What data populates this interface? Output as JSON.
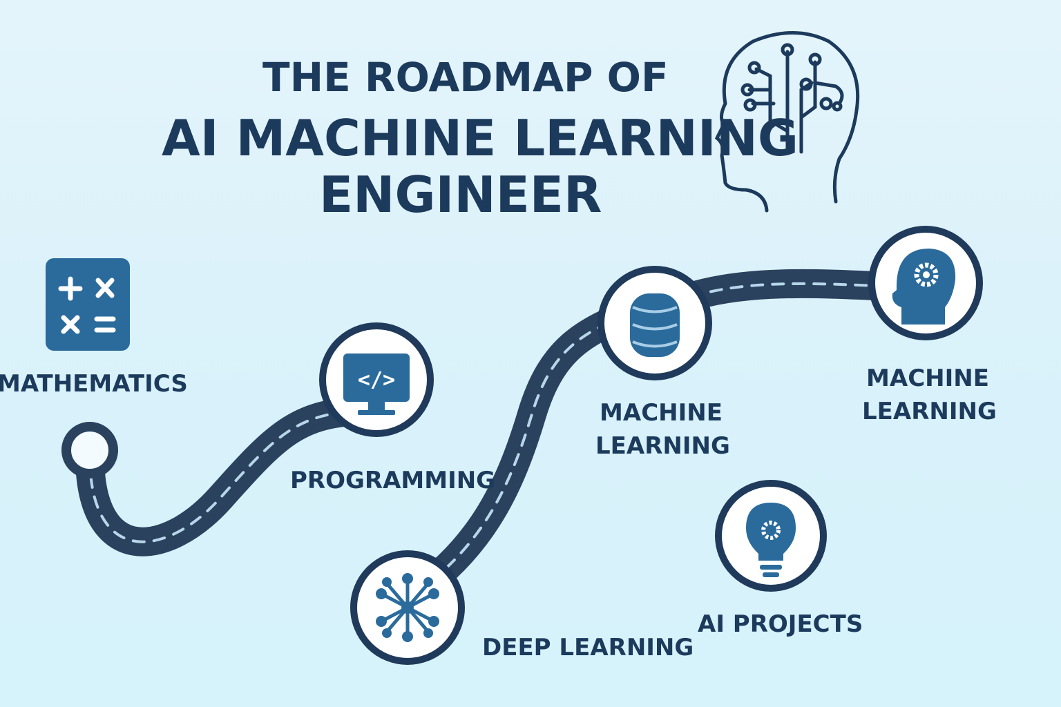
{
  "title": {
    "line1": "THE ROADMAP OF",
    "line2": "AI MACHINE LEARNING",
    "line3": "ENGINEER"
  },
  "steps": [
    {
      "label": "MATHEMATICS",
      "icon": "calculator-icon"
    },
    {
      "label": "PROGRAMMING",
      "icon": "code-monitor-icon"
    },
    {
      "label": "DEEP LEARNING",
      "icon": "neural-network-icon"
    },
    {
      "label_line1": "MACHINE",
      "label_line2": "LEARNING",
      "icon": "database-icon"
    },
    {
      "label_line1": "MACHINE",
      "label_line2": "LEARNING",
      "icon": "head-gear-icon"
    },
    {
      "label": "AI PROJECTS",
      "icon": "lightbulb-gear-icon"
    }
  ],
  "colors": {
    "navy": "#1c3a5c",
    "icon_blue": "#2a6b9c",
    "road": "#2a425e",
    "background": "#dff3fb"
  }
}
